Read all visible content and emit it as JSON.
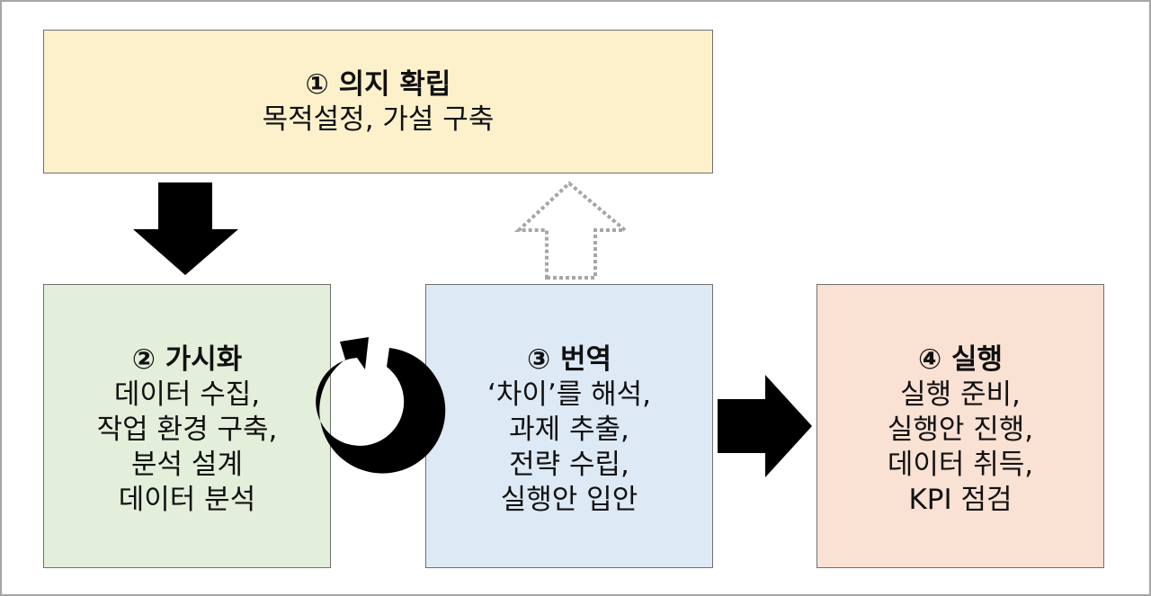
{
  "boxes": {
    "intent": {
      "title": "① 의지 확립",
      "lines": [
        "목적설정, 가설 구축"
      ]
    },
    "visualize": {
      "title": "② 가시화",
      "lines": [
        "데이터 수집,",
        "작업 환경 구축,",
        "분석 설계",
        "데이터 분석"
      ]
    },
    "translate": {
      "title": "③ 번역",
      "lines": [
        "‘차이’를 해석,",
        "과제 추출,",
        "전략 수립,",
        "실행안 입안"
      ]
    },
    "execute": {
      "title": "④ 실행",
      "lines": [
        "실행 준비,",
        "실행안 진행,",
        "데이터 취득,",
        "KPI 점검"
      ]
    }
  },
  "colors": {
    "intent_fill": "#fdf1cc",
    "visualize_fill": "#e3efda",
    "translate_fill": "#dee9f6",
    "execute_fill": "#f9e1d3",
    "arrow": "#000000",
    "dotted_arrow": "#a6a6a6",
    "frame_border": "#a6a6a6"
  },
  "arrows": {
    "down": "solid-down-arrow-icon",
    "up": "dotted-up-arrow-icon",
    "cycle": "circular-arrow-icon",
    "right": "solid-right-arrow-icon"
  }
}
